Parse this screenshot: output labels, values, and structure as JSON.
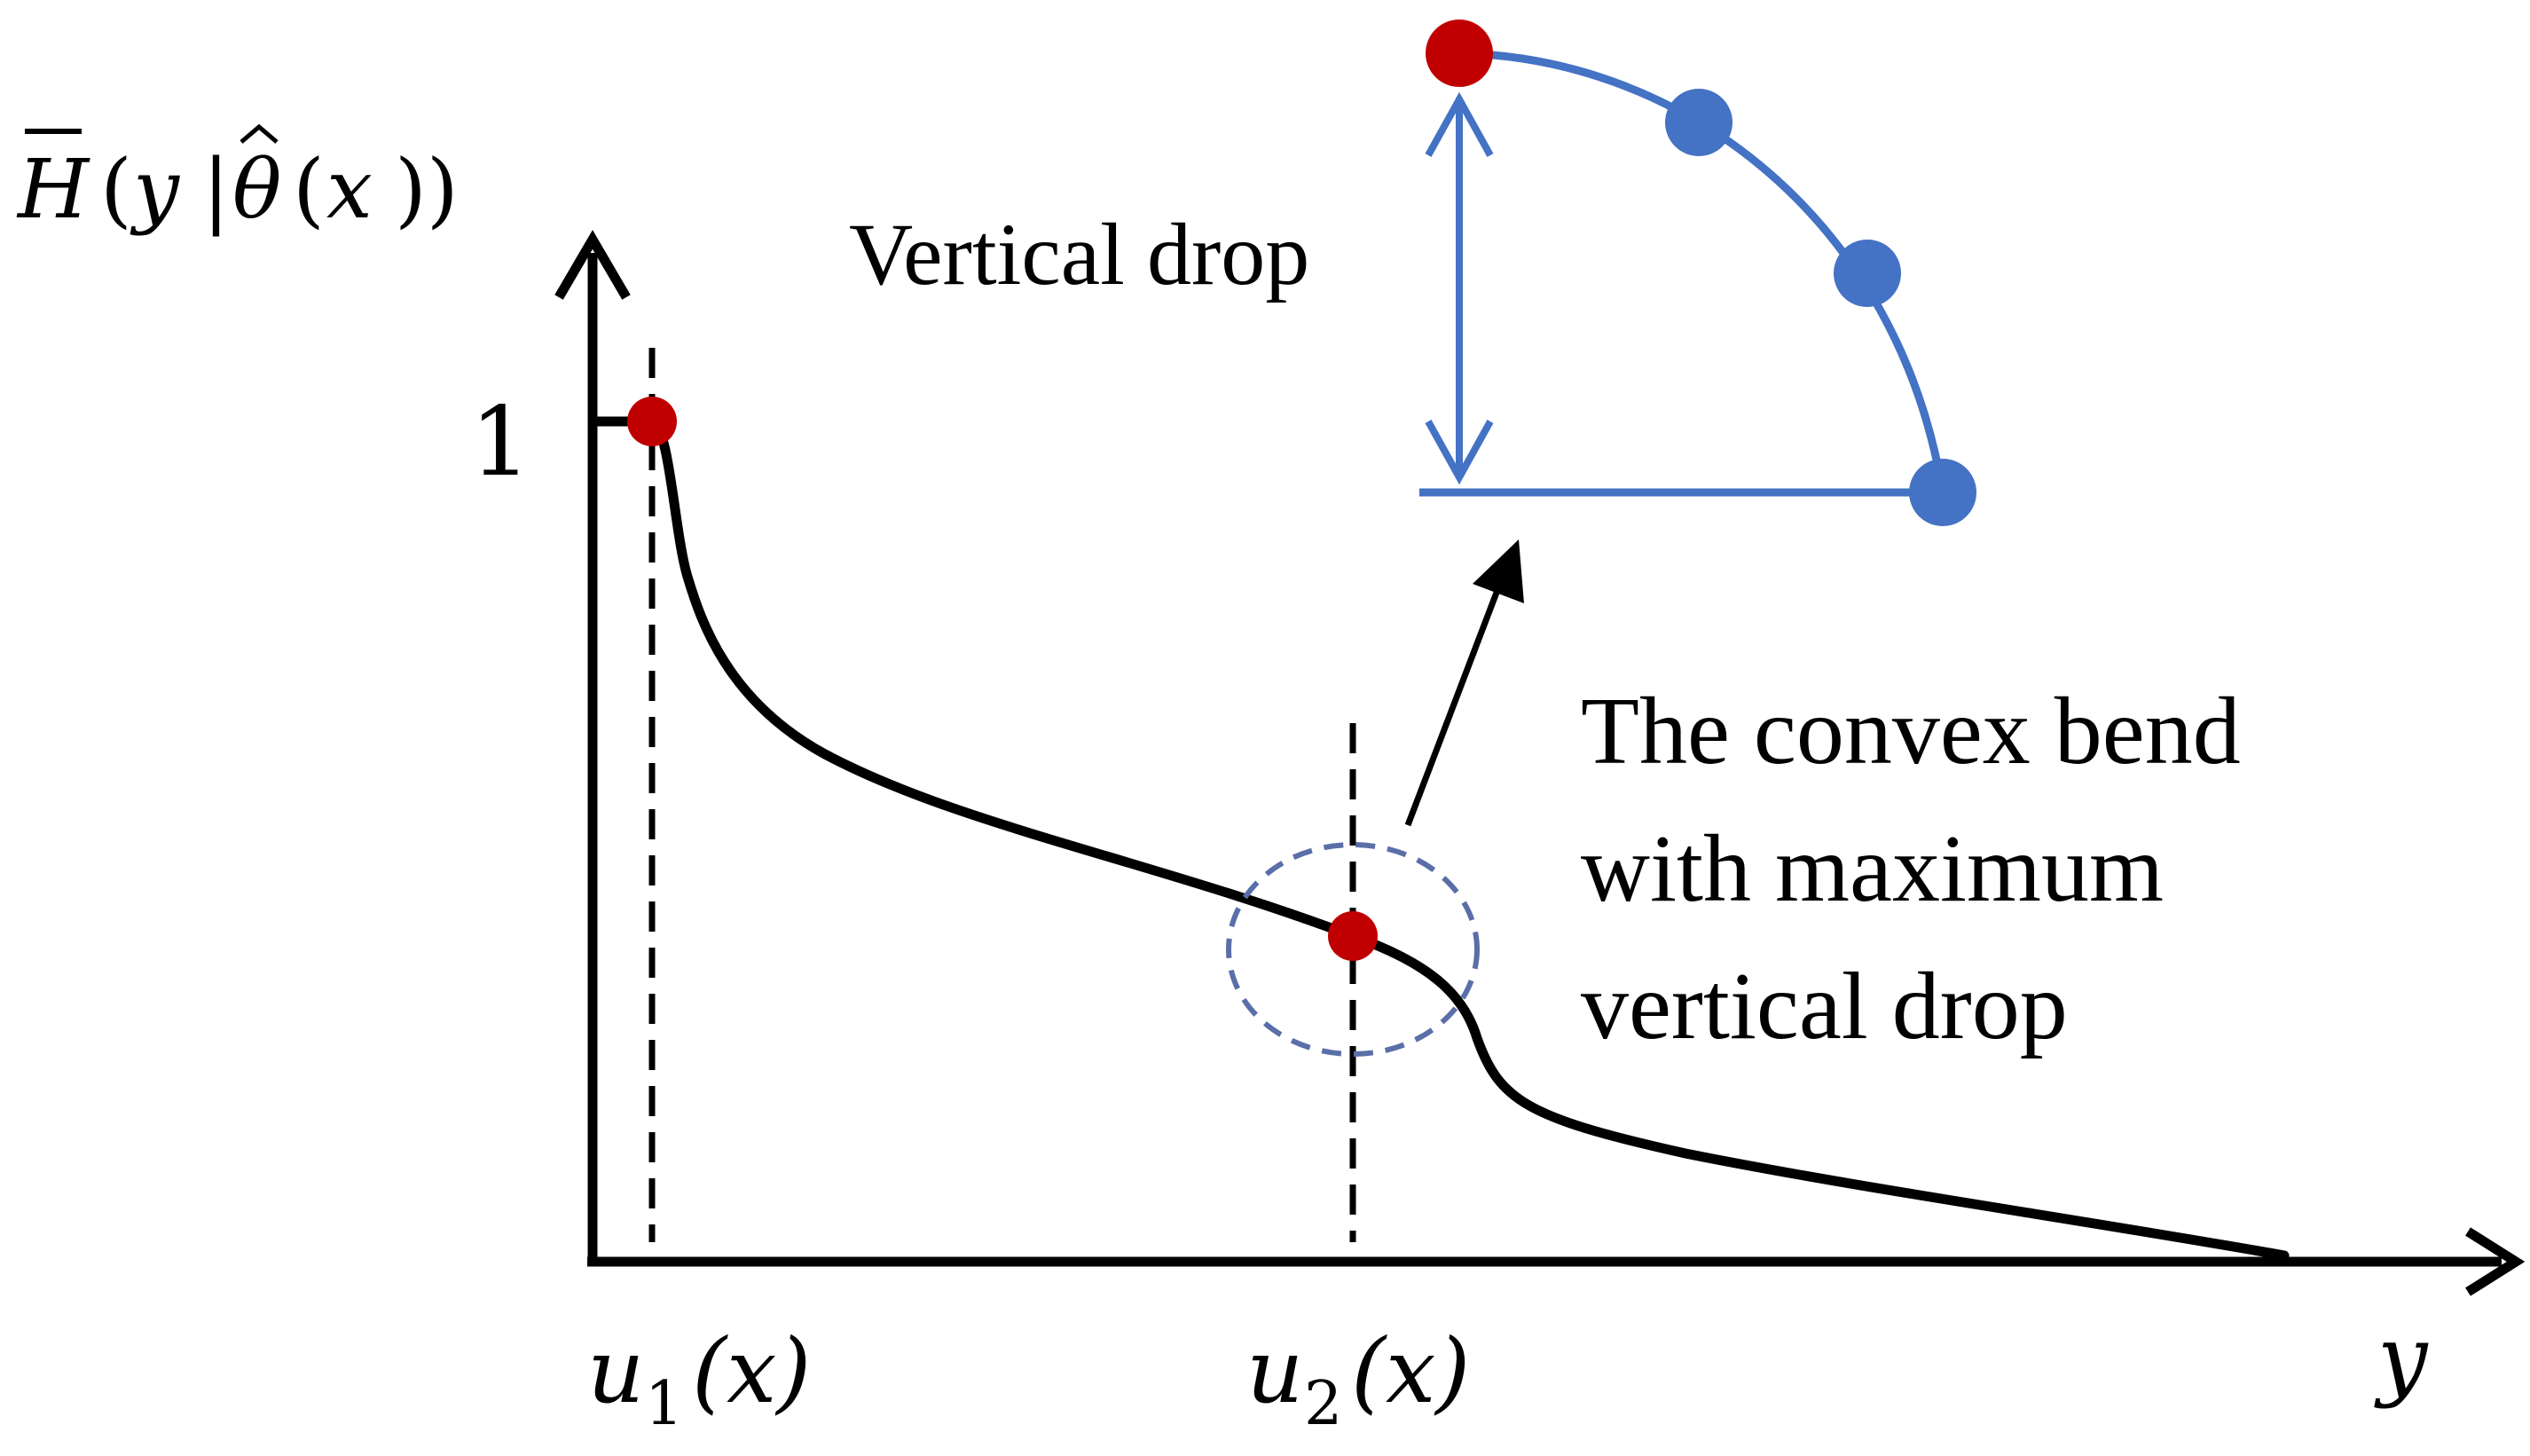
{
  "diagram": {
    "y_axis_label": {
      "H": "H",
      "open": "(",
      "y": "y",
      "bar": "|",
      "theta": "θ",
      "x_open": "(",
      "x": "x",
      "close": "))"
    },
    "y_tick_one": "1",
    "x_axis_label": "y",
    "u1_label": {
      "u": "u",
      "sub": "1",
      "arg": "(x)"
    },
    "u2_label": {
      "u": "u",
      "sub": "2",
      "arg": "(x)"
    },
    "inset_label": "Vertical drop",
    "annotation_lines": [
      "The convex bend",
      "with maximum",
      "vertical drop"
    ]
  },
  "colors": {
    "curve": "#000000",
    "highlight_point": "#c00000",
    "inset_blue": "#4472c4",
    "ellipse_dash": "#5a6fa8"
  }
}
